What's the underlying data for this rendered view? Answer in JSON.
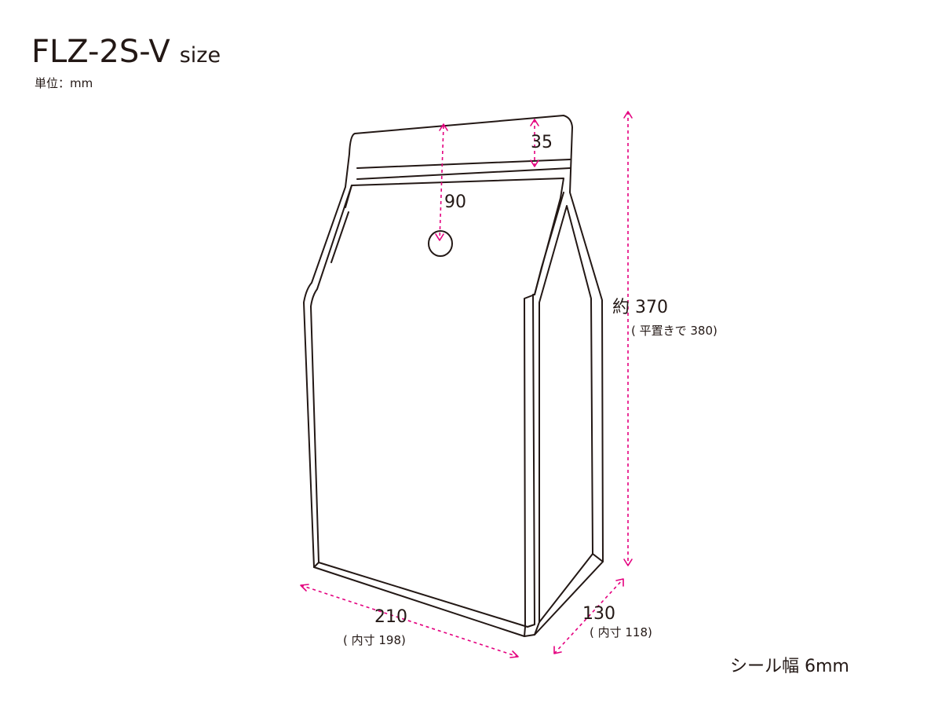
{
  "header": {
    "model": "FLZ-2S-V",
    "size_word": "size",
    "unit": "単位：mm"
  },
  "dimensions": {
    "zipper_from_top": "35",
    "hole_from_top": "90",
    "height": "約 370",
    "height_flat": "( 平置きで 380)",
    "width": "210",
    "width_inner": "( 内寸 198)",
    "gusset": "130",
    "gusset_inner": "( 内寸 118)"
  },
  "notes": {
    "seal_width": "シール幅 6mm"
  },
  "colors": {
    "outline": "#231815",
    "dimension": "#e4007f"
  }
}
